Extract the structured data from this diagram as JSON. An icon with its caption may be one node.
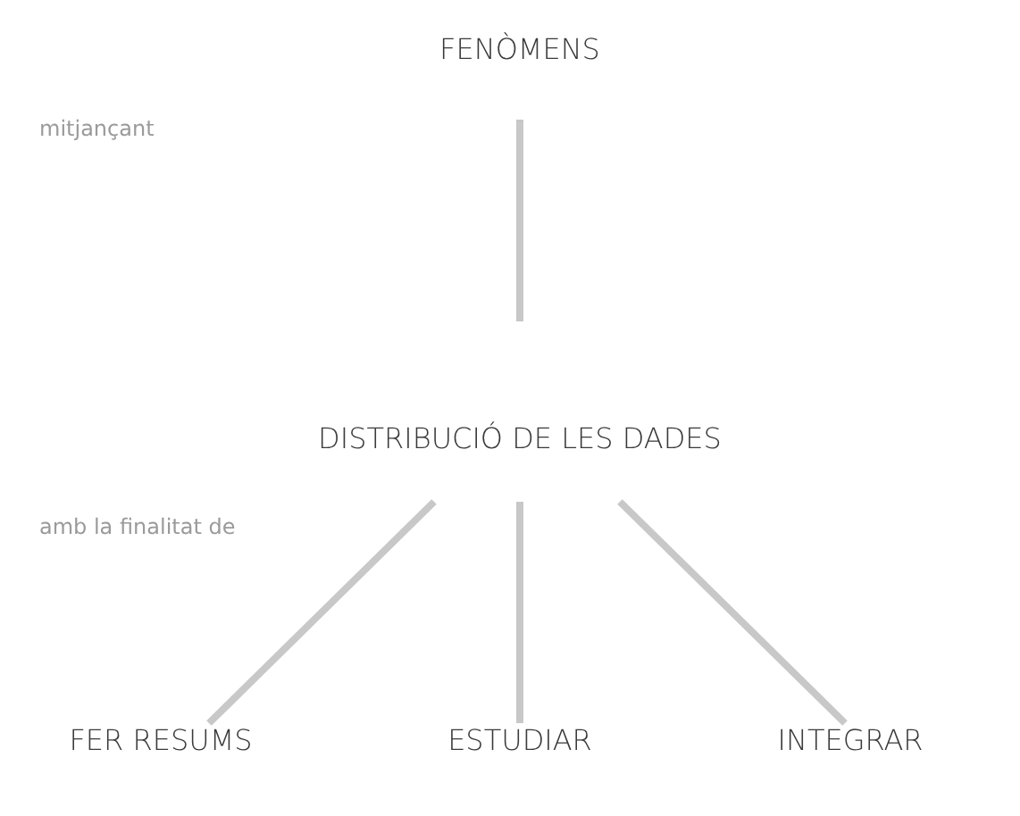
{
  "diagram": {
    "nodes": [
      {
        "text": [
          "FENÒMENS"
        ]
      },
      {
        "text": [
          "DISTRIBUCIÓ DE LES DADES"
        ]
      },
      {
        "text": [
          "FER RESUMS"
        ]
      },
      {
        "text": [
          "ESTUDIAR"
        ]
      },
      {
        "text": [
          "INTEGRAR"
        ]
      }
    ],
    "edges": [
      {
        "from": 0,
        "to": 1,
        "arrow": "none"
      },
      {
        "from": 1,
        "to": 2,
        "arrow": "none"
      },
      {
        "from": 1,
        "to": 3,
        "arrow": "none"
      },
      {
        "from": 1,
        "to": 4,
        "arrow": "none"
      }
    ],
    "labels": [
      "mitjançant",
      "amb la finalitat de"
    ]
  }
}
